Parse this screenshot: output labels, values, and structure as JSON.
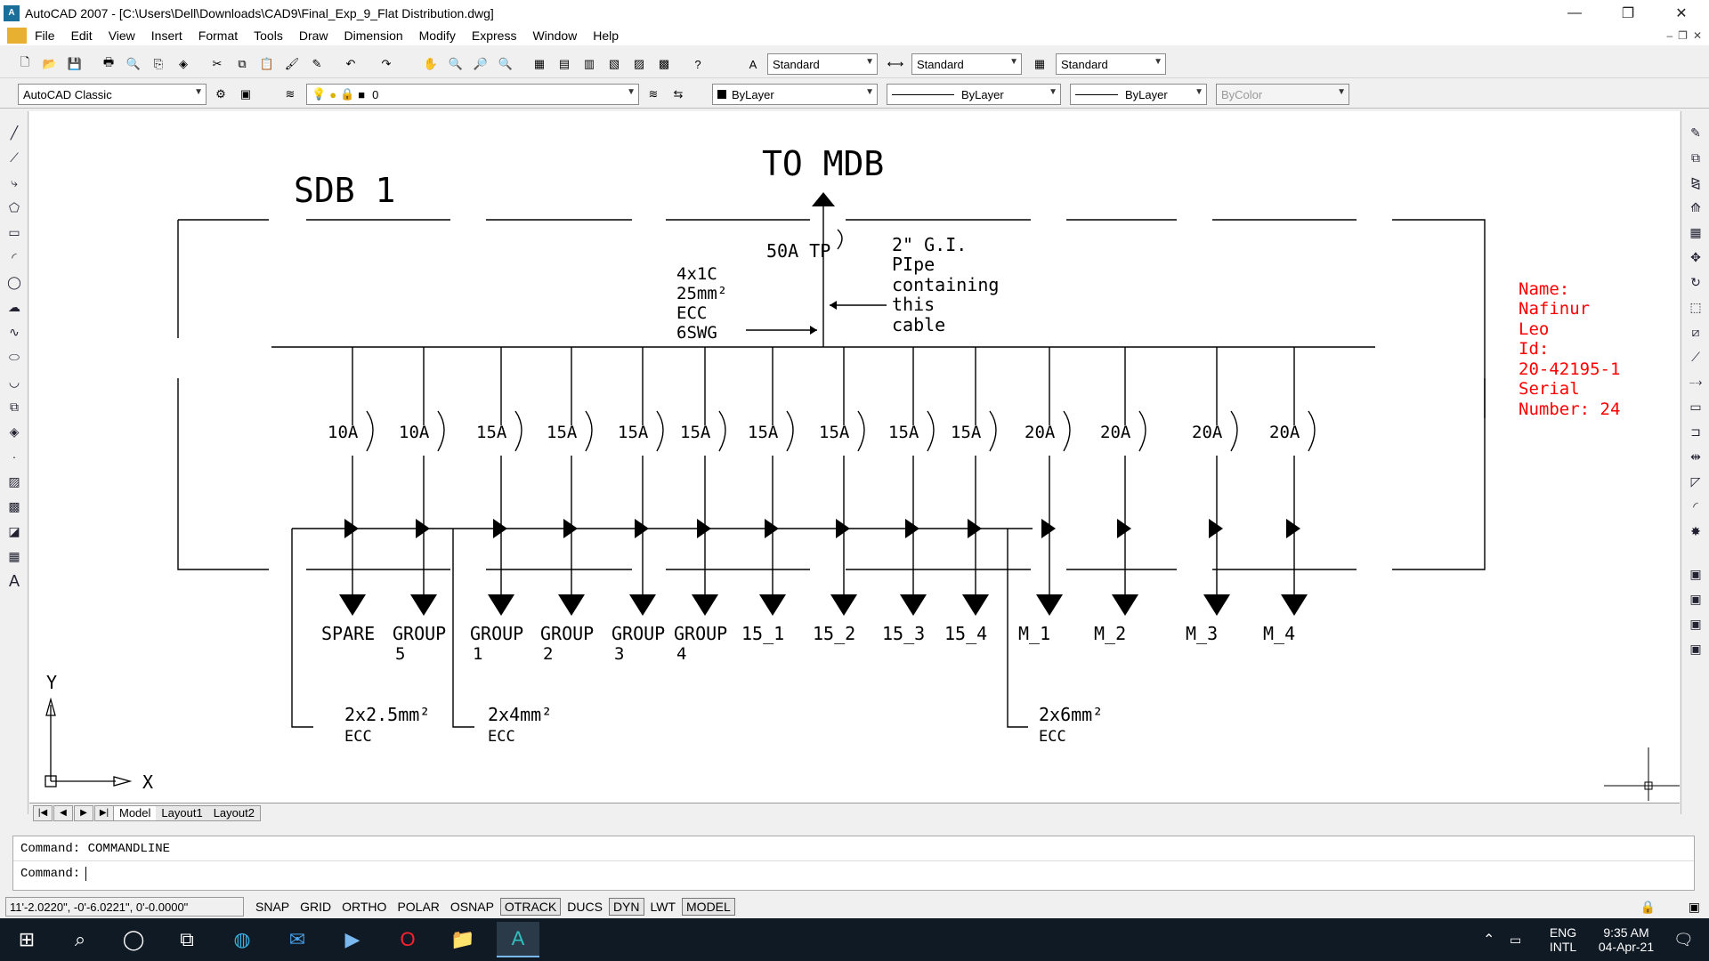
{
  "window": {
    "title": "AutoCAD 2007 - [C:\\Users\\Dell\\Downloads\\CAD9\\Final_Exp_9_Flat Distribution.dwg]",
    "app_icon": "autocad-icon",
    "minimize": "—",
    "restore": "❐",
    "close": "✕"
  },
  "menu": [
    "File",
    "Edit",
    "View",
    "Insert",
    "Format",
    "Tools",
    "Draw",
    "Dimension",
    "Modify",
    "Express",
    "Window",
    "Help"
  ],
  "styles": {
    "text_style": "Standard",
    "dim_style": "Standard",
    "table_style": "Standard"
  },
  "workspace": "AutoCAD Classic",
  "layer": "0",
  "color": "ByLayer",
  "linetype": "ByLayer",
  "lineweight": "ByLayer",
  "plotstyle": "ByColor",
  "drawing": {
    "title_top": "TO MDB",
    "board": "SDB 1",
    "main_breaker": "50A TP",
    "cable_spec": [
      "4x1C",
      "25mm²",
      "ECC",
      "6SWG"
    ],
    "pipe_spec": [
      "2\" G.I.",
      "PIpe",
      "containing",
      "this",
      "cable"
    ],
    "breakers": [
      {
        "rating": "10A",
        "label1": "SPARE",
        "label2": ""
      },
      {
        "rating": "10A",
        "label1": "GROUP",
        "label2": "5"
      },
      {
        "rating": "15A",
        "label1": "GROUP",
        "label2": "1"
      },
      {
        "rating": "15A",
        "label1": "GROUP",
        "label2": "2"
      },
      {
        "rating": "15A",
        "label1": "GROUP",
        "label2": "3"
      },
      {
        "rating": "15A",
        "label1": "GROUP",
        "label2": "4"
      },
      {
        "rating": "15A",
        "label1": "15_1",
        "label2": ""
      },
      {
        "rating": "15A",
        "label1": "15_2",
        "label2": ""
      },
      {
        "rating": "15A",
        "label1": "15_3",
        "label2": ""
      },
      {
        "rating": "15A",
        "label1": "15_4",
        "label2": ""
      },
      {
        "rating": "20A",
        "label1": "M_1",
        "label2": ""
      },
      {
        "rating": "20A",
        "label1": "M_2",
        "label2": ""
      },
      {
        "rating": "20A",
        "label1": "M_3",
        "label2": ""
      },
      {
        "rating": "20A",
        "label1": "M_4",
        "label2": ""
      }
    ],
    "cables": [
      {
        "size": "2x2.5mm²",
        "ecc": "ECC"
      },
      {
        "size": "2x4mm²",
        "ecc": "ECC"
      },
      {
        "size": "2x6mm²",
        "ecc": "ECC"
      }
    ],
    "annotation": [
      "Name:",
      "Nafinur",
      "Leo",
      "Id:",
      "20-42195-1",
      "Serial",
      "Number: 24"
    ],
    "ucs_y": "Y",
    "ucs_x": "X"
  },
  "layout_tabs": [
    "Model",
    "Layout1",
    "Layout2"
  ],
  "command": {
    "history": "Command: COMMANDLINE",
    "prompt": "Command:"
  },
  "status": {
    "coords": "11'-2.0220\", -0'-6.0221\", 0'-0.0000\"",
    "toggles": [
      "SNAP",
      "GRID",
      "ORTHO",
      "POLAR",
      "OSNAP",
      "OTRACK",
      "DUCS",
      "DYN",
      "LWT",
      "MODEL"
    ],
    "on": [
      "OTRACK",
      "DYN",
      "MODEL"
    ]
  },
  "taskbar": {
    "lang1": "ENG",
    "lang2": "INTL",
    "time": "9:35 AM",
    "date": "04-Apr-21"
  },
  "colors": {
    "annotation": "#ff0000",
    "canvas": "#ffffff",
    "taskbar": "#101a24"
  }
}
